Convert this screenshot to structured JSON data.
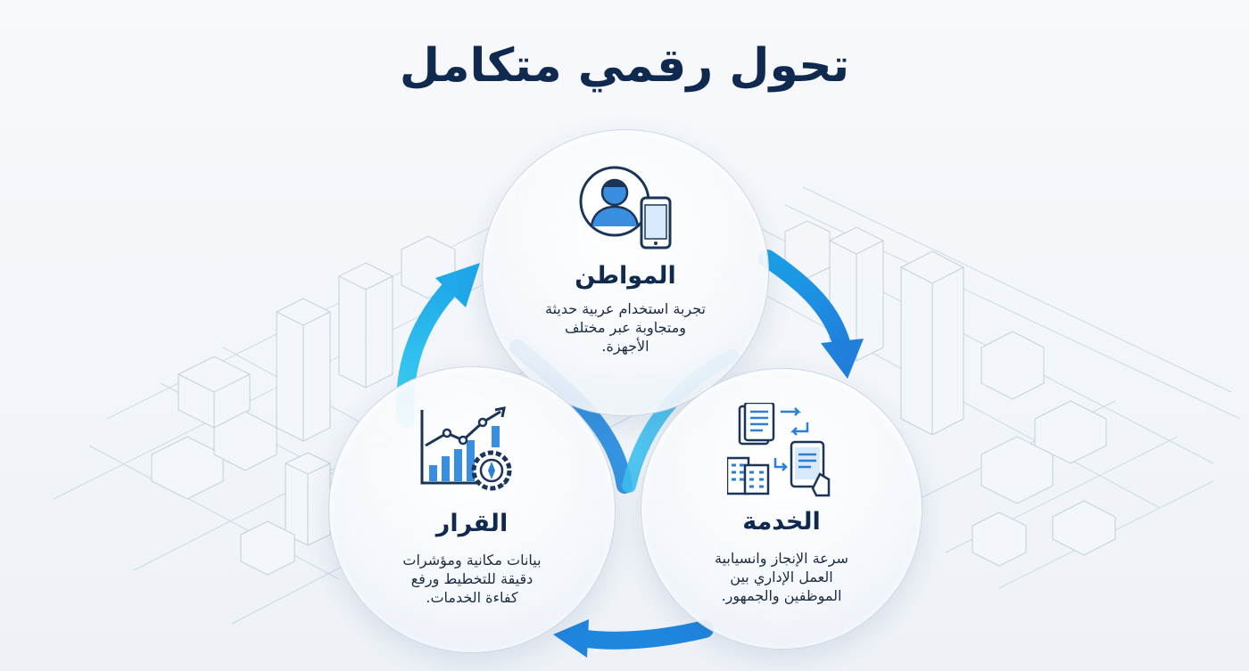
{
  "title": "تحول رقمي متكامل",
  "colors": {
    "title": "#0f2a4e",
    "icon_dark": "#1a3557",
    "icon_blue": "#2b7fd6",
    "arrow_light": "#29c4ee",
    "arrow_dark": "#1f7fdb"
  },
  "nodes": {
    "citizen": {
      "icon": "citizen-phone-icon",
      "title": "المواطن",
      "lines": [
        "تجربة استخدام عربية حديثة",
        "ومتجاوبة عبر مختلف",
        "الأجهزة."
      ]
    },
    "service": {
      "icon": "documents-exchange-icon",
      "title": "الخدمة",
      "lines": [
        "سرعة الإنجاز وانسيابية",
        "العمل الإداري بين",
        "الموظفين والجمهور."
      ]
    },
    "decision": {
      "icon": "analytics-compass-icon",
      "title": "القرار",
      "lines": [
        "بيانات مكانية ومؤشرات",
        "دقيقة للتخطيط ورفع",
        "كفاءة الخدمات."
      ]
    }
  }
}
